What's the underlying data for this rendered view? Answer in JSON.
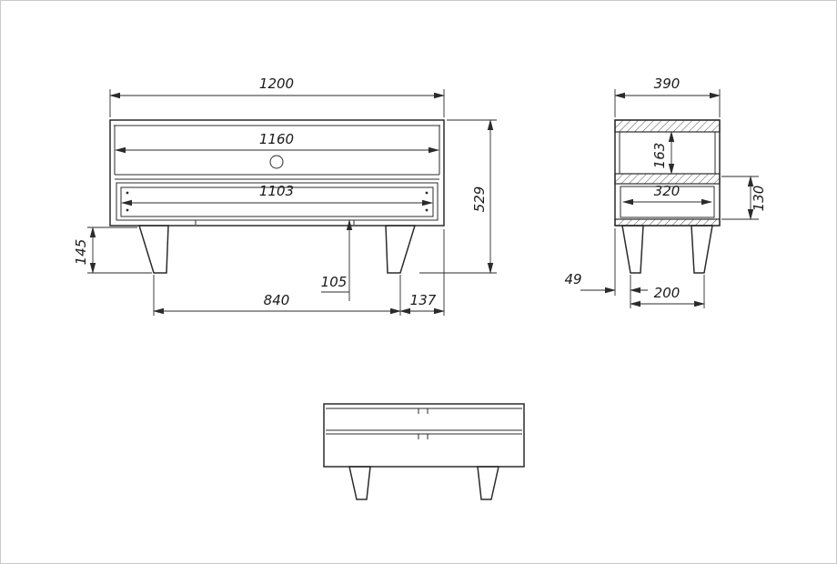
{
  "front_view": {
    "total_width": "1200",
    "inner_width": "1160",
    "drawer_width": "1103",
    "total_height": "529",
    "leg_height": "145",
    "drawer_bottom_offset": "105",
    "leg_span": "840",
    "leg_side_offset": "137"
  },
  "side_view": {
    "total_depth": "390",
    "top_compartment_height": "163",
    "drawer_depth": "320",
    "drawer_front_height": "130",
    "leg_front_offset": "49",
    "leg_span": "200"
  }
}
